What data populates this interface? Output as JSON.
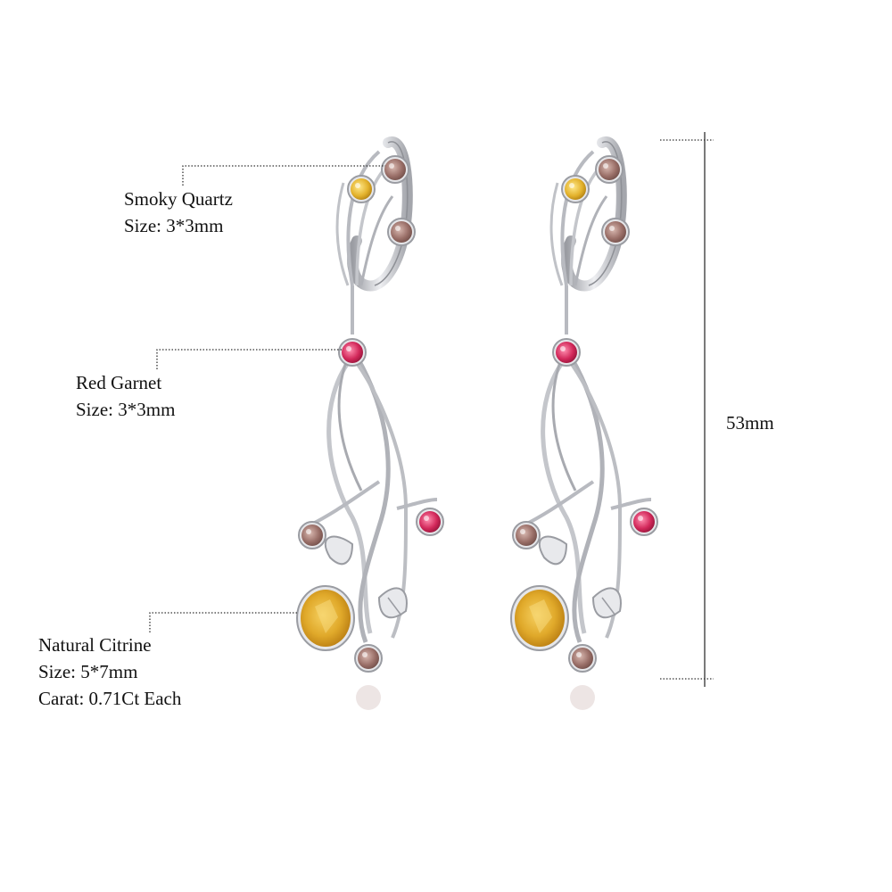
{
  "callouts": [
    {
      "name": "Smoky Quartz",
      "lines": [
        "Smoky Quartz",
        "Size: 3*3mm"
      ]
    },
    {
      "name": "Red Garnet",
      "lines": [
        "Red Garnet",
        "Size: 3*3mm"
      ]
    },
    {
      "name": "Natural Citrine",
      "lines": [
        "Natural Citrine",
        "Size: 5*7mm",
        "Carat: 0.71Ct Each"
      ]
    }
  ],
  "dimension": {
    "length": "53mm"
  },
  "colors": {
    "silver": "#c9cbd0",
    "silver_dark": "#8e9096",
    "smoky_quartz": "#9a6f68",
    "red_garnet": "#d2285a",
    "citrine": "#e0a92a",
    "guide_line": "#333333"
  }
}
